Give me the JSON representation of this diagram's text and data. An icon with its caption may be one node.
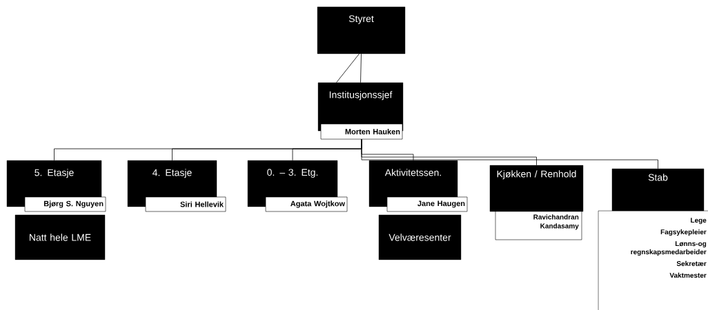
{
  "diagram": {
    "nodes": [
      {
        "text": [
          "Styret"
        ]
      },
      {
        "text": [
          "Institusjonssjef"
        ]
      },
      {
        "text": [
          "Morten Hauken"
        ]
      },
      {
        "text": [
          "5. Etasje"
        ]
      },
      {
        "text": [
          "Bjørg S. Nguyen"
        ]
      },
      {
        "text": [
          "Natt hele LME"
        ]
      },
      {
        "text": [
          "4. Etasje"
        ]
      },
      {
        "text": [
          "Siri Hellevik"
        ]
      },
      {
        "text": [
          "0. – 3. Etg."
        ]
      },
      {
        "text": [
          "Agata Wojtkow"
        ]
      },
      {
        "text": [
          "Aktivitetssen."
        ]
      },
      {
        "text": [
          "Jane Haugen"
        ]
      },
      {
        "text": [
          "Velværesenter"
        ]
      },
      {
        "text": [
          "Kjøkken / Renhold"
        ]
      },
      {
        "text": [
          "Ravichandran Kandasamy"
        ]
      },
      {
        "text": [
          "Stab"
        ]
      },
      {
        "text": [
          "Lege",
          "Fagsykepleier",
          "Lønns-og regnskapsmedarbeider",
          "Sekretær",
          "Vaktmester"
        ]
      }
    ],
    "edges": [
      {
        "from": 0,
        "to": 1,
        "arrow": "none"
      },
      {
        "from": 0,
        "to": 1,
        "arrow": "none"
      },
      {
        "from": 2,
        "to": 3,
        "arrow": "none"
      },
      {
        "from": 2,
        "to": 6,
        "arrow": "none"
      },
      {
        "from": 2,
        "to": 8,
        "arrow": "none"
      },
      {
        "from": 2,
        "to": 10,
        "arrow": "none"
      },
      {
        "from": 2,
        "to": 13,
        "arrow": "none"
      },
      {
        "from": 2,
        "to": 15,
        "arrow": "none"
      }
    ]
  }
}
